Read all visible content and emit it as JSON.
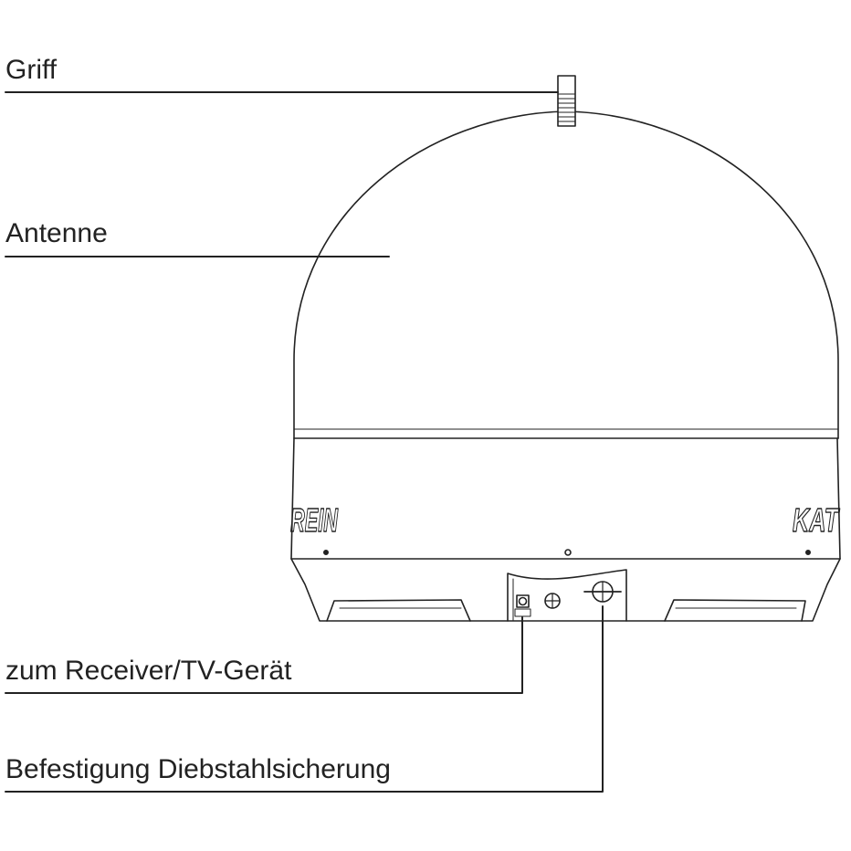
{
  "labels": {
    "griff": "Griff",
    "antenne": "Antenne",
    "receiver": "zum Receiver/TV-Gerät",
    "befestigung": "Befestigung Diebstahlsicherung"
  },
  "brand": {
    "left_fragment": "REIN",
    "right_fragment": "KAT"
  },
  "colors": {
    "line": "#222222",
    "background": "#ffffff"
  }
}
